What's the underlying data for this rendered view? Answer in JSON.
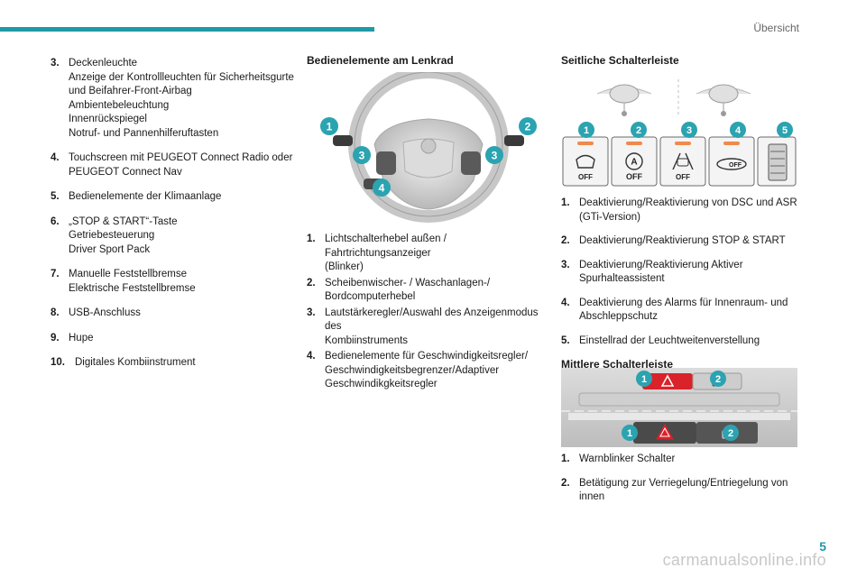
{
  "header": {
    "section": "Übersicht"
  },
  "col1": {
    "items": [
      {
        "num": "3.",
        "lines": [
          "Deckenleuchte",
          "Anzeige der Kontrollleuchten für Sicherheitsgurte",
          "und Beifahrer-Front-Airbag",
          "Ambientebeleuchtung",
          "Innenrückspiegel",
          "Notruf- und Pannenhilferuftasten"
        ]
      },
      {
        "num": "4.",
        "lines": [
          "Touchscreen mit PEUGEOT Connect Radio oder",
          "PEUGEOT Connect Nav"
        ]
      },
      {
        "num": "5.",
        "lines": [
          "Bedienelemente der Klimaanlage"
        ]
      },
      {
        "num": "6.",
        "lines": [
          "„STOP & START“-Taste",
          "Getriebesteuerung",
          "Driver Sport Pack"
        ]
      },
      {
        "num": "7.",
        "lines": [
          "Manuelle Feststellbremse",
          "Elektrische Feststellbremse"
        ]
      },
      {
        "num": "8.",
        "lines": [
          "USB-Anschluss"
        ]
      },
      {
        "num": "9.",
        "lines": [
          "Hupe"
        ]
      },
      {
        "num": "10.",
        "lines": [
          "Digitales Kombiinstrument"
        ]
      }
    ]
  },
  "col2": {
    "heading": "Bedienelemente am Lenkrad",
    "items": [
      {
        "num": "1.",
        "lines": [
          "Lichtschalterhebel außen / Fahrtrichtungsanzeiger",
          "(Blinker)"
        ]
      },
      {
        "num": "2.",
        "lines": [
          "Scheibenwischer- / Waschanlagen-/",
          "Bordcomputerhebel"
        ]
      },
      {
        "num": "3.",
        "lines": [
          "Lautstärkeregler/Auswahl des Anzeigenmodus des",
          "Kombiinstruments"
        ]
      },
      {
        "num": "4.",
        "lines": [
          "Bedienelemente für Geschwindigkeitsregler/",
          "Geschwindigkeitsbegrenzer/Adaptiver",
          "Geschwindikgkeitsregler"
        ]
      }
    ],
    "callouts": [
      "1",
      "2",
      "3",
      "3",
      "4"
    ]
  },
  "col3": {
    "heading": "Seitliche Schalterleiste",
    "items": [
      {
        "num": "1.",
        "lines": [
          "Deaktivierung/Reaktivierung von DSC und ASR",
          "(GTi-Version)"
        ]
      },
      {
        "num": "2.",
        "lines": [
          "Deaktivierung/Reaktivierung STOP & START"
        ]
      },
      {
        "num": "3.",
        "lines": [
          "Deaktivierung/Reaktivierung Aktiver",
          "Spurhalteassistent"
        ]
      },
      {
        "num": "4.",
        "lines": [
          "Deaktivierung des Alarms für Innenraum- und",
          "Abschleppschutz"
        ]
      },
      {
        "num": "5.",
        "lines": [
          "Einstellrad der Leuchtweitenverstellung"
        ]
      }
    ],
    "switch_callouts": [
      "1",
      "2",
      "3",
      "4",
      "5"
    ],
    "switch_labels": [
      "OFF",
      "OFF",
      "OFF",
      "OFF"
    ],
    "heading2": "Mittlere Schalterleiste",
    "items2": [
      {
        "num": "1.",
        "lines": [
          "Warnblinker Schalter"
        ]
      },
      {
        "num": "2.",
        "lines": [
          "Betätigung zur Verriegelung/Entriegelung von",
          "innen"
        ]
      }
    ],
    "center_callouts": [
      "1",
      "2",
      "1",
      "2"
    ]
  },
  "footer": {
    "page": "5",
    "watermark": "carmanualsonline.info"
  },
  "colors": {
    "accent": "#1f9aa6",
    "callout": "#2ba3b0",
    "hazard": "#d9222a",
    "led": "#f08a4b"
  }
}
